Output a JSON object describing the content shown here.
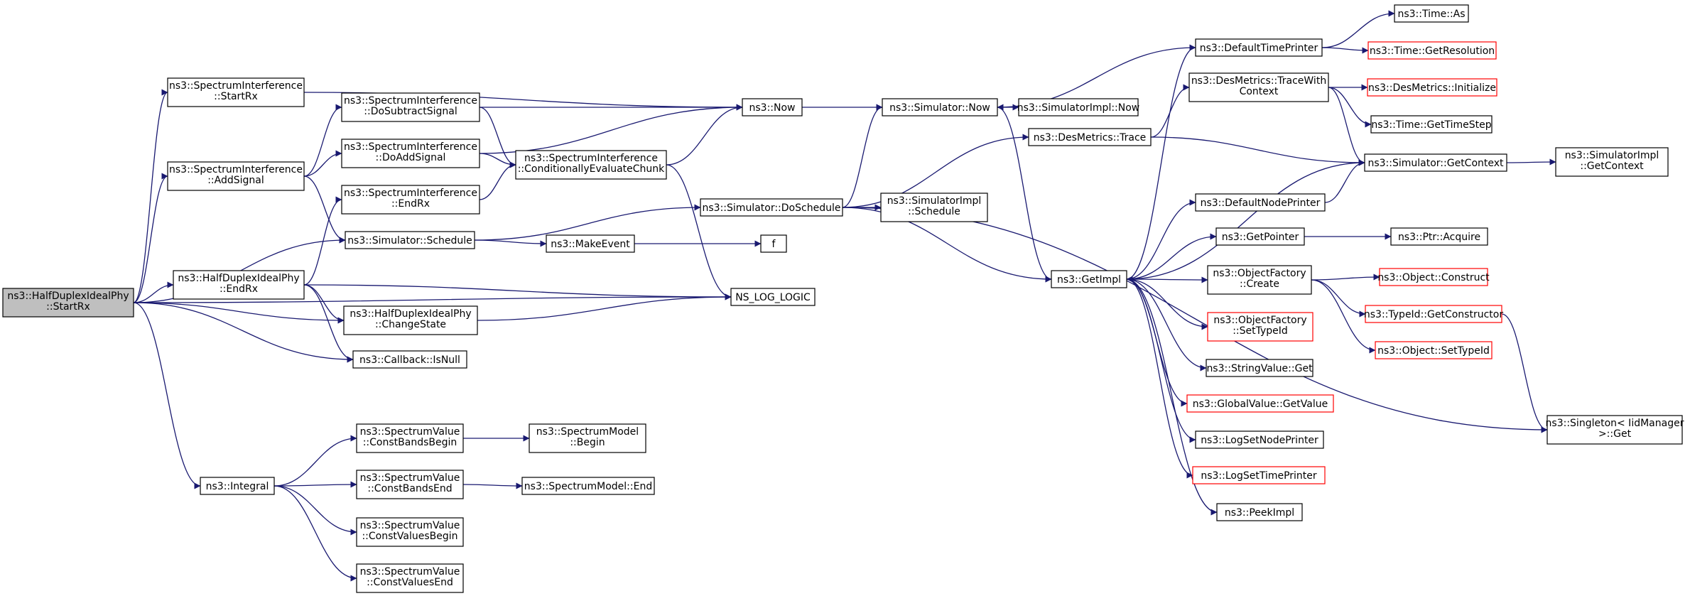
{
  "colors": {
    "edge": "#191970",
    "root_fill": "#bfbfbf",
    "red_border": "#ff0000",
    "node_border": "#000000"
  },
  "nodes": {
    "root": {
      "lines": [
        "ns3::HalfDuplexIdealPhy",
        "::StartRx"
      ]
    },
    "si_startrx": {
      "lines": [
        "ns3::SpectrumInterference",
        "::StartRx"
      ]
    },
    "si_addsignal": {
      "lines": [
        "ns3::SpectrumInterference",
        "::AddSignal"
      ]
    },
    "si_dosubtract": {
      "lines": [
        "ns3::SpectrumInterference",
        "::DoSubtractSignal"
      ]
    },
    "si_doadd": {
      "lines": [
        "ns3::SpectrumInterference",
        "::DoAddSignal"
      ]
    },
    "si_endrx": {
      "lines": [
        "ns3::SpectrumInterference",
        "::EndRx"
      ]
    },
    "si_cond": {
      "lines": [
        "ns3::SpectrumInterference",
        "::ConditionallyEvaluateChunk"
      ]
    },
    "now": {
      "lines": [
        "ns3::Now"
      ]
    },
    "sim_schedule": {
      "lines": [
        "ns3::Simulator::Schedule"
      ]
    },
    "make_event": {
      "lines": [
        "ns3::MakeEvent"
      ]
    },
    "f": {
      "lines": [
        "f"
      ]
    },
    "hd_endrx": {
      "lines": [
        "ns3::HalfDuplexIdealPhy",
        "::EndRx"
      ]
    },
    "hd_changestate": {
      "lines": [
        "ns3::HalfDuplexIdealPhy",
        "::ChangeState"
      ]
    },
    "cb_isnull": {
      "lines": [
        "ns3::Callback::IsNull"
      ]
    },
    "ns_log": {
      "lines": [
        "NS_LOG_LOGIC"
      ]
    },
    "integral": {
      "lines": [
        "ns3::Integral"
      ]
    },
    "sv_cbb": {
      "lines": [
        "ns3::SpectrumValue",
        "::ConstBandsBegin"
      ]
    },
    "sv_cbe": {
      "lines": [
        "ns3::SpectrumValue",
        "::ConstBandsEnd"
      ]
    },
    "sv_cvb": {
      "lines": [
        "ns3::SpectrumValue",
        "::ConstValuesBegin"
      ]
    },
    "sv_cve": {
      "lines": [
        "ns3::SpectrumValue",
        "::ConstValuesEnd"
      ]
    },
    "sm_begin": {
      "lines": [
        "ns3::SpectrumModel",
        "::Begin"
      ]
    },
    "sm_end": {
      "lines": [
        "ns3::SpectrumModel::End"
      ]
    },
    "sim_now": {
      "lines": [
        "ns3::Simulator::Now"
      ]
    },
    "simimpl_now": {
      "lines": [
        "ns3::SimulatorImpl::Now"
      ]
    },
    "sim_doschedule": {
      "lines": [
        "ns3::Simulator::DoSchedule"
      ]
    },
    "simimpl_schedule": {
      "lines": [
        "ns3::SimulatorImpl",
        "::Schedule"
      ]
    },
    "desm_trace": {
      "lines": [
        "ns3::DesMetrics::Trace"
      ]
    },
    "getimpl": {
      "lines": [
        "ns3::GetImpl"
      ]
    },
    "def_time_printer": {
      "lines": [
        "ns3::DefaultTimePrinter"
      ]
    },
    "desm_tracectx": {
      "lines": [
        "ns3::DesMetrics::TraceWith",
        "Context"
      ]
    },
    "time_as": {
      "lines": [
        "ns3::Time::As"
      ]
    },
    "time_getres": {
      "lines": [
        "ns3::Time::GetResolution"
      ]
    },
    "desm_init": {
      "lines": [
        "ns3::DesMetrics::Initialize"
      ]
    },
    "time_getstep": {
      "lines": [
        "ns3::Time::GetTimeStep"
      ]
    },
    "sim_getctx": {
      "lines": [
        "ns3::Simulator::GetContext"
      ]
    },
    "simimpl_getctx": {
      "lines": [
        "ns3::SimulatorImpl",
        "::GetContext"
      ]
    },
    "def_node_printer": {
      "lines": [
        "ns3::DefaultNodePrinter"
      ]
    },
    "getpointer": {
      "lines": [
        "ns3::GetPointer"
      ]
    },
    "ptr_acquire": {
      "lines": [
        "ns3::Ptr::Acquire"
      ]
    },
    "of_create": {
      "lines": [
        "ns3::ObjectFactory",
        "::Create"
      ]
    },
    "obj_construct": {
      "lines": [
        "ns3::Object::Construct"
      ]
    },
    "typeid_getctor": {
      "lines": [
        "ns3::TypeId::GetConstructor"
      ]
    },
    "obj_settypeid": {
      "lines": [
        "ns3::Object::SetTypeId"
      ]
    },
    "of_settypeid": {
      "lines": [
        "ns3::ObjectFactory",
        "::SetTypeId"
      ]
    },
    "stringvalue_get": {
      "lines": [
        "ns3::StringValue::Get"
      ]
    },
    "globalvalue_get": {
      "lines": [
        "ns3::GlobalValue::GetValue"
      ]
    },
    "logset_node": {
      "lines": [
        "ns3::LogSetNodePrinter"
      ]
    },
    "logset_time": {
      "lines": [
        "ns3::LogSetTimePrinter"
      ]
    },
    "peekimpl": {
      "lines": [
        "ns3::PeekImpl"
      ]
    },
    "singleton_get": {
      "lines": [
        "ns3::Singleton< IidManager",
        " >::Get"
      ]
    }
  }
}
